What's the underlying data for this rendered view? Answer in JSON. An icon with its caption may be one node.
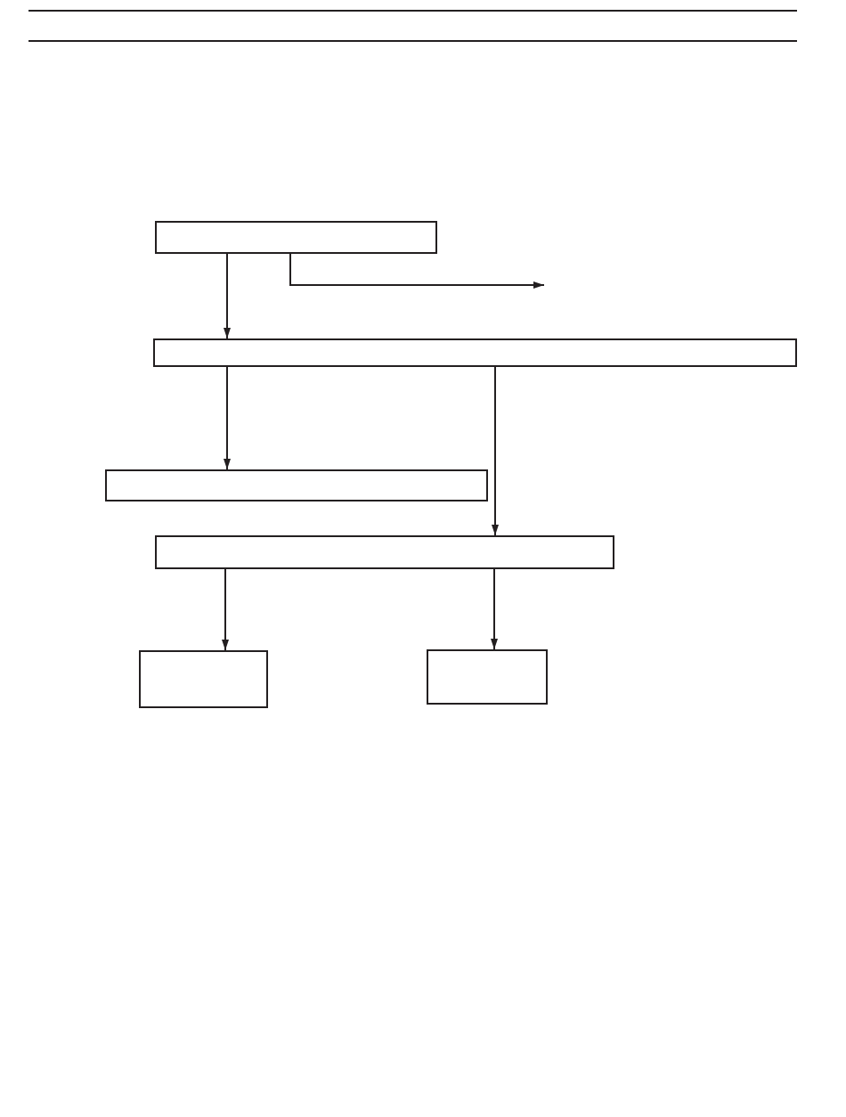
{
  "diagram": {
    "nodes": [
      {
        "text": [],
        "shape": "box"
      },
      {
        "text": [],
        "shape": "box"
      },
      {
        "text": [],
        "shape": "box"
      },
      {
        "text": [],
        "shape": "box"
      },
      {
        "text": [],
        "shape": "box"
      },
      {
        "text": [],
        "shape": "box"
      }
    ],
    "edges": [
      {
        "from": 0,
        "to": 1,
        "arrow": "to"
      },
      {
        "from": 0,
        "to": null,
        "arrow": "to"
      },
      {
        "from": 1,
        "to": 2,
        "arrow": "to"
      },
      {
        "from": 1,
        "to": 3,
        "arrow": "to"
      },
      {
        "from": 3,
        "to": 4,
        "arrow": "to"
      },
      {
        "from": 3,
        "to": 5,
        "arrow": "to"
      }
    ]
  }
}
